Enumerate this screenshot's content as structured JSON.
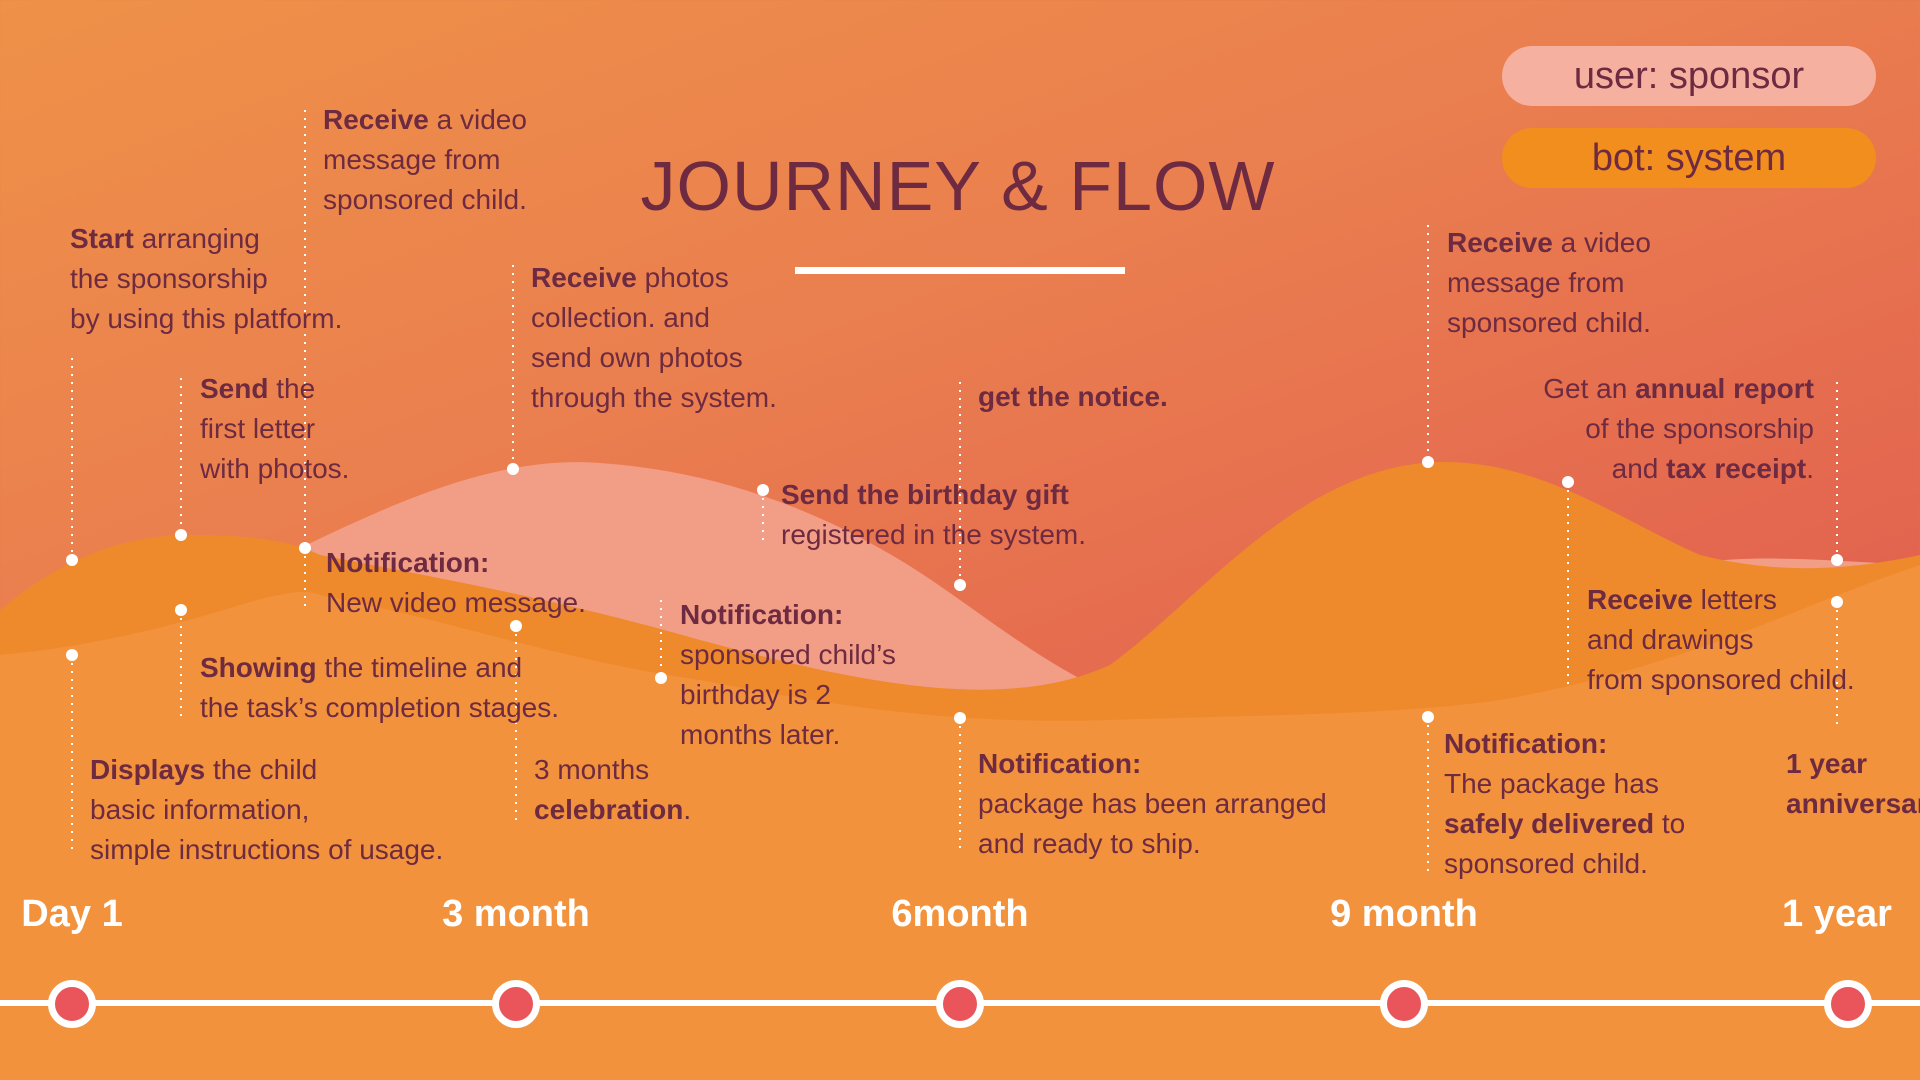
{
  "header": {
    "title": "JOURNEY & FLOW"
  },
  "legend": {
    "user_label": "user: sponsor",
    "bot_label": "bot: system",
    "user_color": "#f5b0a0",
    "bot_color": "#f28e1e"
  },
  "events": {
    "e1": {
      "b1": "Start",
      "t1": " arranging",
      "l2": "the sponsorship",
      "l3": "by using this platform."
    },
    "e2": {
      "b1": "Send",
      "t1": " the",
      "l2": "first letter",
      "l3": "with photos."
    },
    "e3": {
      "b1": "Receive",
      "t1": " a video",
      "l2": "message from",
      "l3": "sponsored child."
    },
    "e4": {
      "b1": "Receive",
      "t1": " photos",
      "l2": "collection. and",
      "l3": "send own photos",
      "l4": "through the system."
    },
    "e5": {
      "b1": "get the notice."
    },
    "e6": {
      "b1": "Send the birthday gift",
      "l2": "registered in the system."
    },
    "e7": {
      "b1": "Receive",
      "t1": " a video",
      "l2": "message from",
      "l3": "sponsored child."
    },
    "e8": {
      "t1": "Get an ",
      "b1": "annual report",
      "l2": "of the sponsorship",
      "t3": "and ",
      "b3": "tax receipt",
      "t3b": "."
    },
    "e9": {
      "b1": "Notification:",
      "l2": "New video message."
    },
    "e10": {
      "b1": "Notification:",
      "l2": "sponsored child’s",
      "l3": "birthday is 2",
      "l4": "months later."
    },
    "e11": {
      "b1": "Showing",
      "t1": " the timeline and",
      "l2": "the task’s completion stages."
    },
    "e12": {
      "b1": "Displays",
      "t1": " the child",
      "l2": "basic information,",
      "l3": "simple instructions of usage."
    },
    "e13": {
      "l1": "3 months",
      "b2": "celebration",
      "t2": "."
    },
    "e14": {
      "b1": "Notification:",
      "l2": "package has been arranged",
      "l3": "and ready to ship."
    },
    "e15": {
      "b1": "Receive",
      "t1": " letters",
      "l2": "and drawings",
      "l3": "from sponsored child."
    },
    "e16": {
      "b1": "Notification:",
      "l2": "The package has",
      "b3": "safely delivered",
      "t3": " to",
      "l4": "sponsored child."
    },
    "e17": {
      "b1": "1 year",
      "b2": "anniversary"
    }
  },
  "timeline": {
    "milestones": [
      "Day 1",
      "3 month",
      "6month",
      "9 month",
      "1 year"
    ],
    "line_color": "#ffffff",
    "marker_color": "#e9555b"
  },
  "colors": {
    "bg_top": "#ef9148",
    "bg_bottom": "#d9504f",
    "user_wave": "#f29d86",
    "bot_wave": "#ee8a2c",
    "lower_band": "#f2923c",
    "text": "#6e2a40"
  }
}
